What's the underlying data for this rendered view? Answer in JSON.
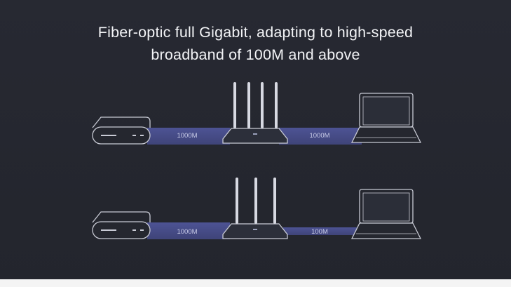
{
  "headline": {
    "line1": "Fiber-optic full Gigabit, adapting to high-speed",
    "line2": "broadband of 100M and above"
  },
  "comparisons": [
    {
      "position": "top",
      "link1_label": "1000M",
      "link2_label": "1000M",
      "link2_speed": "gigabit"
    },
    {
      "position": "bottom",
      "link1_label": "1000M",
      "link2_label": "100M",
      "link2_speed": "100m"
    }
  ],
  "icons": [
    "modem-icon",
    "router-icon",
    "laptop-icon"
  ],
  "colors": {
    "background": "#25272f",
    "outline": "#c8cad4",
    "link_fill": "#4a4f8c",
    "headline_text": "#f2f3f6"
  }
}
